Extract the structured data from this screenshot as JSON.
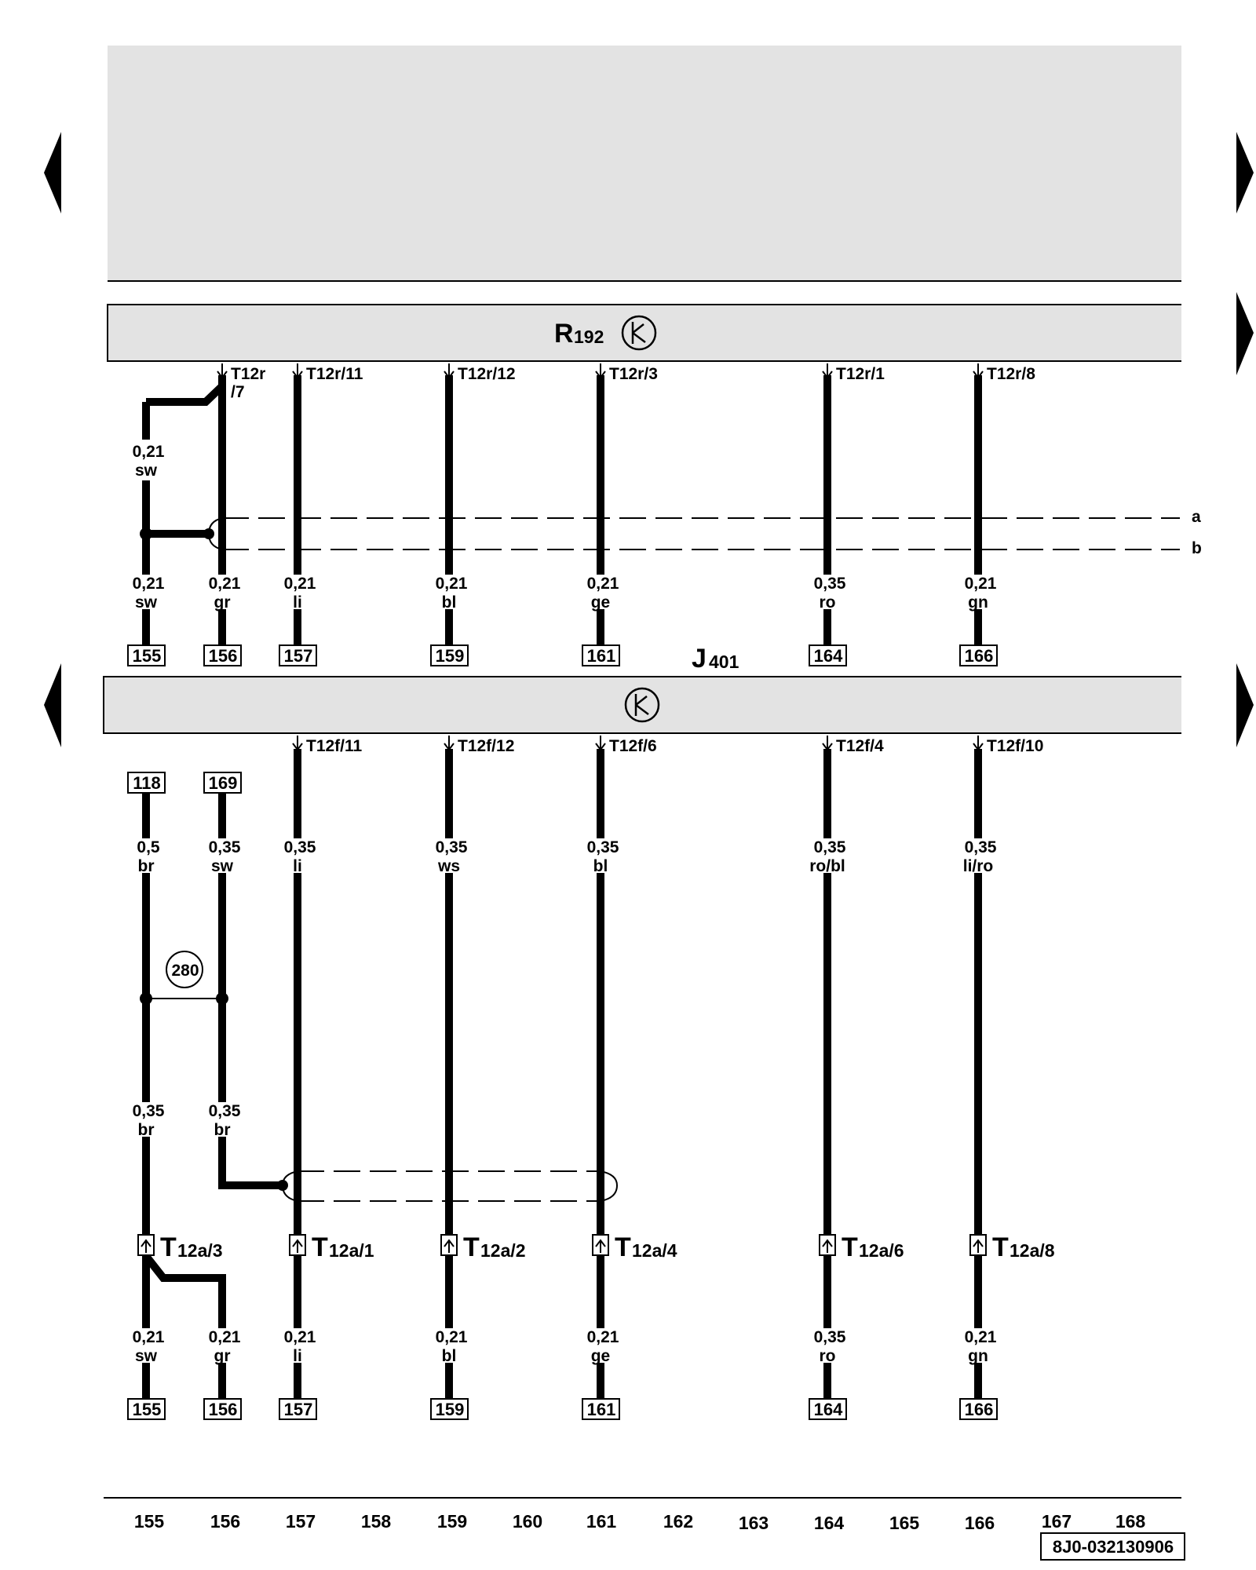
{
  "header": {
    "component_upper_name": "R",
    "component_upper_sub": "192",
    "component_lower_name": "J",
    "component_lower_sub": "401",
    "antenna_symbol_icon": "antenna-symbol-icon",
    "nav_left_icon": "triangle-left-icon",
    "nav_right_icon": "triangle-right-icon"
  },
  "upper": {
    "wires": [
      {
        "id": "w155",
        "pin": "",
        "gauge": "0,21",
        "color": "sw",
        "ref": "155"
      },
      {
        "id": "w156",
        "pin": "T12r",
        "pin2": "/7",
        "gauge": "0,21",
        "color": "gr",
        "ref": "156"
      },
      {
        "id": "w157",
        "pin": "T12r/11",
        "gauge": "0,21",
        "color": "li",
        "ref": "157"
      },
      {
        "id": "w159",
        "pin": "T12r/12",
        "gauge": "0,21",
        "color": "bl",
        "ref": "159"
      },
      {
        "id": "w161",
        "pin": "T12r/3",
        "gauge": "0,21",
        "color": "ge",
        "ref": "161"
      },
      {
        "id": "w164",
        "pin": "T12r/1",
        "gauge": "0,35",
        "color": "ro",
        "ref": "164"
      },
      {
        "id": "w166",
        "pin": "T12r/8",
        "gauge": "0,21",
        "color": "gn",
        "ref": "166"
      }
    ],
    "shield_wire": {
      "gauge": "0,21",
      "color": "sw"
    },
    "shield_labels": [
      "a",
      "b"
    ]
  },
  "lower": {
    "pins": [
      "T12f/11",
      "T12f/12",
      "T12f/6",
      "T12f/4",
      "T12f/10"
    ],
    "top_refs": [
      "118",
      "169"
    ],
    "wires_top": [
      {
        "gauge": "0,5",
        "color": "br"
      },
      {
        "gauge": "0,35",
        "color": "sw"
      },
      {
        "gauge": "0,35",
        "color": "li"
      },
      {
        "gauge": "0,35",
        "color": "ws"
      },
      {
        "gauge": "0,35",
        "color": "bl"
      },
      {
        "gauge": "0,35",
        "color": "ro/bl"
      },
      {
        "gauge": "0,35",
        "color": "li/ro"
      }
    ],
    "splice": "280",
    "wires_mid": [
      {
        "gauge": "0,35",
        "color": "br"
      },
      {
        "gauge": "0,35",
        "color": "br"
      }
    ],
    "connectors": [
      {
        "name": "T",
        "sub": "12a/3"
      },
      {
        "name": "T",
        "sub": "12a/1"
      },
      {
        "name": "T",
        "sub": "12a/2"
      },
      {
        "name": "T",
        "sub": "12a/4"
      },
      {
        "name": "T",
        "sub": "12a/6"
      },
      {
        "name": "T",
        "sub": "12a/8"
      }
    ],
    "wires_bottom": [
      {
        "gauge": "0,21",
        "color": "sw",
        "ref": "155"
      },
      {
        "gauge": "0,21",
        "color": "gr",
        "ref": "156"
      },
      {
        "gauge": "0,21",
        "color": "li",
        "ref": "157"
      },
      {
        "gauge": "0,21",
        "color": "bl",
        "ref": "159"
      },
      {
        "gauge": "0,21",
        "color": "ge",
        "ref": "161"
      },
      {
        "gauge": "0,35",
        "color": "ro",
        "ref": "164"
      },
      {
        "gauge": "0,21",
        "color": "gn",
        "ref": "166"
      }
    ]
  },
  "footer": {
    "columns": [
      "155",
      "156",
      "157",
      "158",
      "159",
      "160",
      "161",
      "162",
      "163",
      "164",
      "165",
      "166",
      "167",
      "168"
    ],
    "drawing_code": "8J0-032130906"
  }
}
